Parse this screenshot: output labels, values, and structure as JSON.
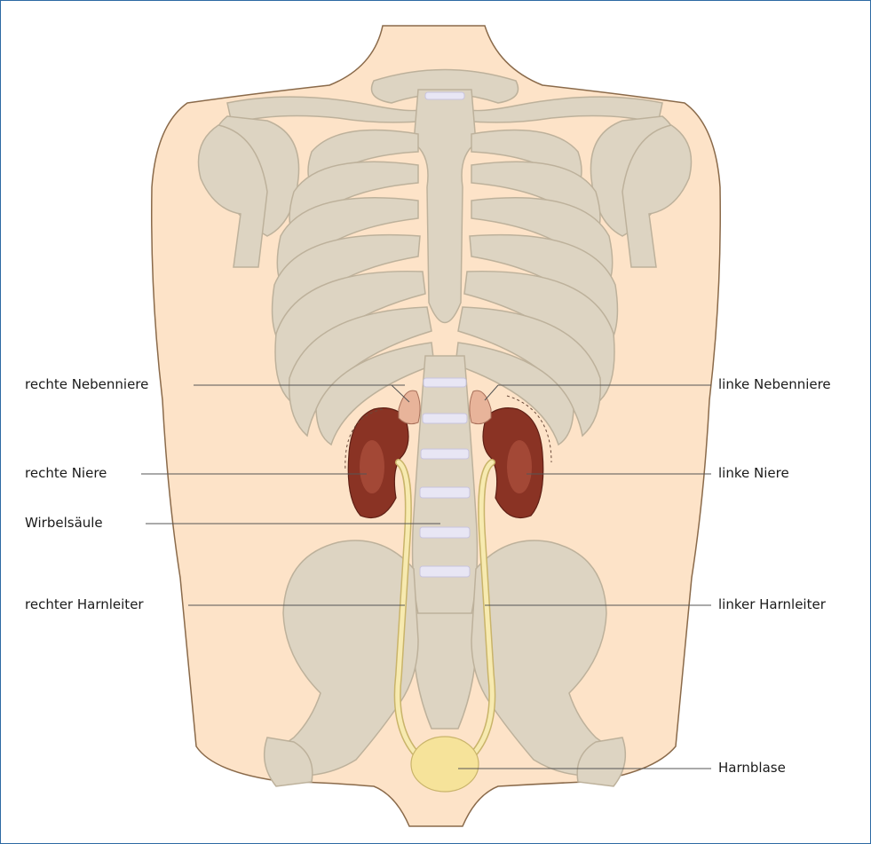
{
  "labels": {
    "right_adrenal": "rechte Nebenniere",
    "left_adrenal": "linke Nebenniere",
    "right_kidney": "rechte Niere",
    "left_kidney": "linke Niere",
    "spine": "Wirbelsäule",
    "right_ureter": "rechter Harnleiter",
    "left_ureter": "linker Harnleiter",
    "bladder": "Harnblase"
  },
  "colors": {
    "frame": "#2d6aa3",
    "skin": "#fde3c8",
    "skin_outline": "#8a6a4a",
    "bone": "#ddd4c2",
    "bone_outline": "#bdb19b",
    "disc": "#e8e6f4",
    "kidney": "#8a3324",
    "kidney_highlight": "#b85a45",
    "adrenal": "#e8b49a",
    "ureter": "#f7eab0",
    "ureter_outline": "#c9b46a",
    "bladder": "#f6e39a",
    "leader_line": "#555555"
  }
}
